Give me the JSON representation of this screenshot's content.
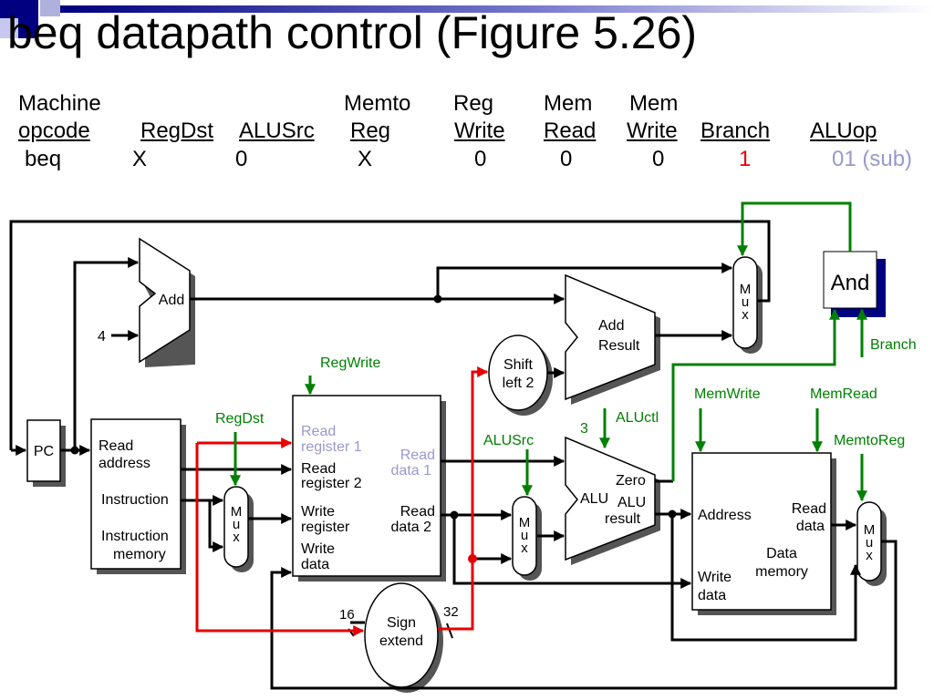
{
  "title": "beq datapath control    (Figure 5.26)",
  "control_table": {
    "headers": [
      {
        "line1": "Machine",
        "line2": "opcode"
      },
      {
        "line1": "",
        "line2": "RegDst"
      },
      {
        "line1": "",
        "line2": "ALUSrc"
      },
      {
        "line1": "Memto",
        "line2": "Reg"
      },
      {
        "line1": "Reg",
        "line2": "Write"
      },
      {
        "line1": "Mem",
        "line2": "Read"
      },
      {
        "line1": "Mem",
        "line2": "Write"
      },
      {
        "line1": "",
        "line2": "Branch"
      },
      {
        "line1": "",
        "line2": "ALUop"
      }
    ],
    "values": [
      "beq",
      "X",
      "0",
      "X",
      "0",
      "0",
      "0",
      "1",
      "01 (sub)"
    ]
  },
  "colors": {
    "control_green": "#008000",
    "active_red": "#e60000",
    "inactive_lavender": "#9999cc",
    "shadow_navy": "#000080"
  },
  "diagram": {
    "add": "Add",
    "four": "4",
    "pc": "PC",
    "imem": {
      "read": "Read",
      "address": "address",
      "instruction": "Instruction",
      "imem1": "Instruction",
      "imem2": "memory"
    },
    "regs": {
      "r1a": "Read",
      "r1b": "register 1",
      "r2a": "Read",
      "r2b": "register 2",
      "wra": "Write",
      "wrb": "register",
      "wda": "Write",
      "wdb": "data",
      "rd1a": "Read",
      "rd1b": "data 1",
      "rd2a": "Read",
      "rd2b": "data 2"
    },
    "mux_letters": [
      "M",
      "u",
      "x"
    ],
    "shift": {
      "l1": "Shift",
      "l2": "left 2"
    },
    "addr": {
      "l1": "Add",
      "l2": "Result"
    },
    "alu": {
      "name": "ALU",
      "zero": "Zero",
      "res1": "ALU",
      "res2": "result"
    },
    "dmem": {
      "address": "Address",
      "rd1": "Read",
      "rd2": "data",
      "dm1": "Data",
      "dm2": "memory",
      "wd1": "Write",
      "wd2": "data"
    },
    "sign": {
      "l1": "Sign",
      "l2": "extend",
      "in_bits": "16",
      "out_bits": "32"
    },
    "and_gate": "And",
    "signals": {
      "regwrite": "RegWrite",
      "regdst": "RegDst",
      "alusrc": "ALUSrc",
      "aluctl": "ALUctl",
      "aluctl_bits": "3",
      "memwrite": "MemWrite",
      "memread": "MemRead",
      "memtoreg": "MemtoReg",
      "branch": "Branch"
    }
  }
}
